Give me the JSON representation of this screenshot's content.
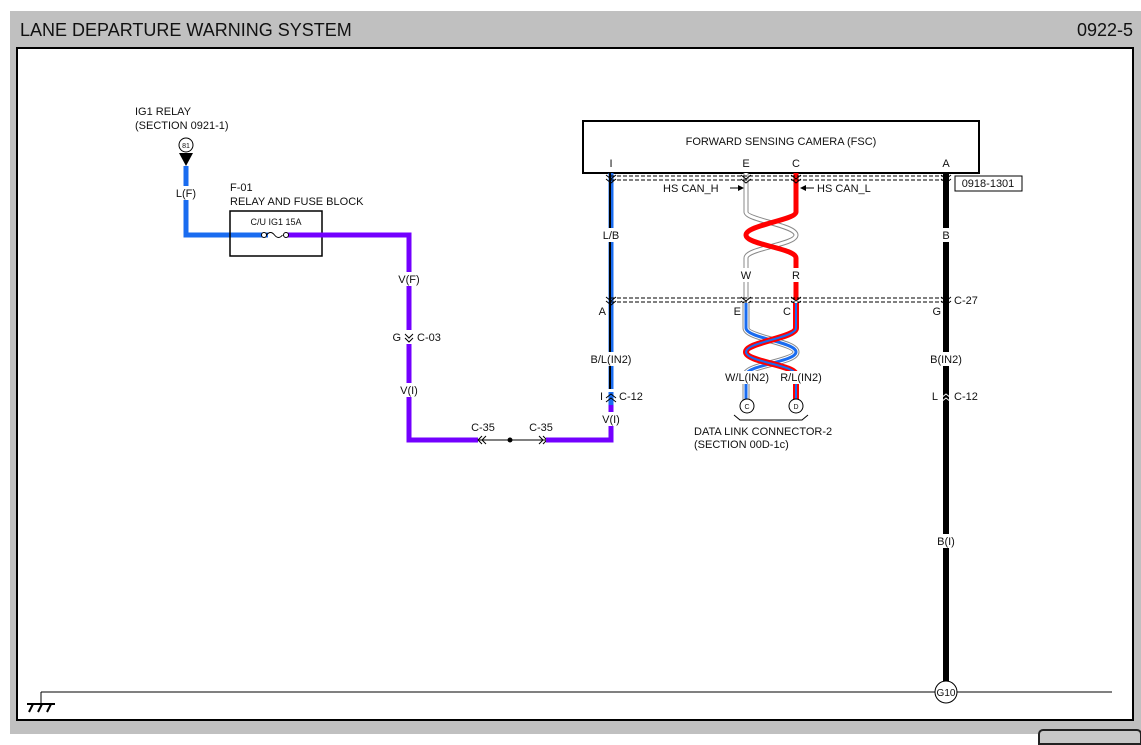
{
  "header": {
    "title": "LANE DEPARTURE WARNING SYSTEM",
    "page_number": "0922-5"
  },
  "colors": {
    "background": "#c0c0c0",
    "wire_blue": "#1a6cf0",
    "wire_violet": "#7300ff",
    "wire_red": "#ff0000",
    "wire_black": "#000000",
    "wire_white": "#ffffff"
  },
  "power": {
    "source_label": "IG1 RELAY",
    "source_section": "(SECTION 0921-1)",
    "source_node": "81",
    "wire_in": "L(F)",
    "fuse_block_id": "F-01",
    "fuse_block_name": "RELAY AND FUSE BLOCK",
    "fuse_label": "C/U IG1 15A",
    "wire_out": "V(F)",
    "connector_c03_pin": "G",
    "connector_c03": "C-03",
    "wire_after_c03": "V(I)",
    "connector_c35_left": "C-35",
    "connector_c35_right": "C-35"
  },
  "camera": {
    "name": "FORWARD SENSING CAMERA (FSC)",
    "pins": [
      "I",
      "E",
      "C",
      "A"
    ],
    "connector_ref": "0918-1301",
    "can_h_label": "HS CAN_H",
    "can_l_label": "HS CAN_L"
  },
  "wires": {
    "pin_i_wire": "L/B",
    "pin_e_wire": "W",
    "pin_c_wire": "R",
    "pin_a_wire": "B",
    "c27_connector": "C-27",
    "c27_pins": [
      "A",
      "E",
      "C",
      "G"
    ],
    "pin_i_lower_wire": "B/L(IN2)",
    "can_h_lower_wire": "W/L(IN2)",
    "can_l_lower_wire": "R/L(IN2)",
    "ground_upper_wire": "B(IN2)",
    "c12_left_pin": "I",
    "c12_left": "C-12",
    "c12_right_pin": "L",
    "c12_right": "C-12",
    "violet_lower_wire": "V(I)",
    "ground_lower_wire": "B(I)"
  },
  "dlc": {
    "pin_c": "C",
    "pin_d": "D",
    "name": "DATA LINK CONNECTOR-2",
    "section": "(SECTION 00D-1c)"
  },
  "ground": {
    "node": "G10"
  }
}
